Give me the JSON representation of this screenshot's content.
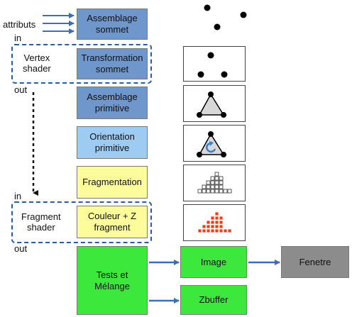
{
  "labels": {
    "attributs": "attributs",
    "in_top": "in",
    "vertex_shader": "Vertex\nshader",
    "out_top": "out",
    "in_bottom": "in",
    "fragment_shader": "Fragment\nshader",
    "out_bottom": "out"
  },
  "stages": {
    "assemblage_sommet": "Assemblage\nsommet",
    "transformation_sommet": "Transformation\nsommet",
    "assemblage_primitive": "Assemblage\nprimitive",
    "orientation_primitive": "Orientation\nprimitive",
    "fragmentation": "Fragmentation",
    "couleur_z_fragment": "Couleur  + Z\nfragment",
    "tests_melange": "Tests et\nMélange",
    "image": "Image",
    "zbuffer": "Zbuffer",
    "fenetre": "Fenetre"
  },
  "colors": {
    "vertex_stage": "#6f97cc",
    "orientation_stage": "#9ecbf2",
    "fragment_stage": "#fcfc9a",
    "output_stage": "#3de83d",
    "window": "#8c8c8c",
    "arrow": "#3c6eb4",
    "shader_outline": "#2e5aa0",
    "fragment_fill": "#e8401c"
  }
}
